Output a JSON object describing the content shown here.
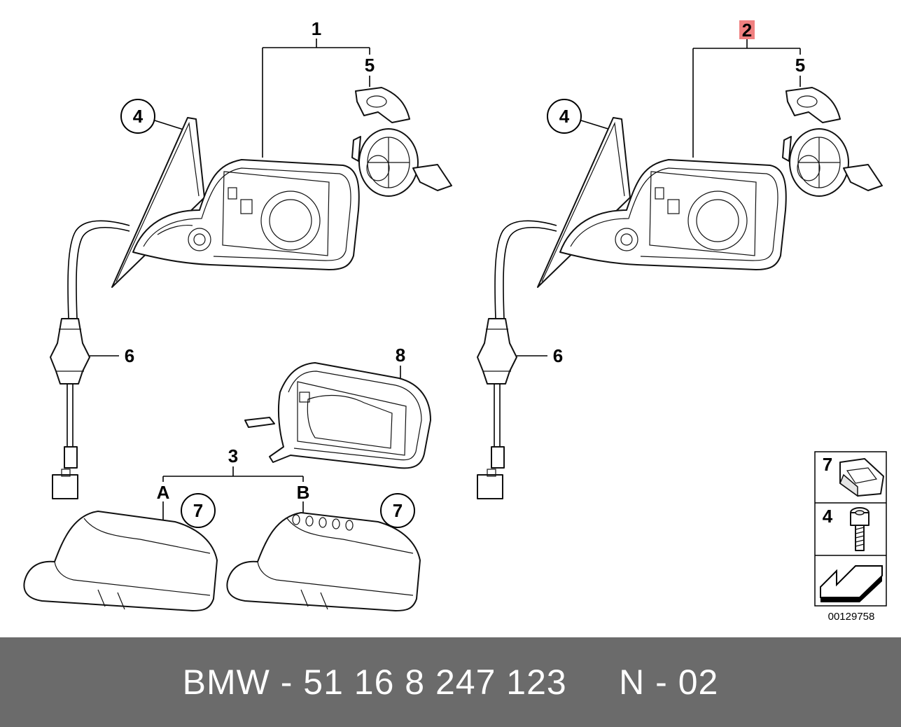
{
  "callouts": {
    "left": {
      "assembly": "1",
      "glass": "4",
      "actuator": "5",
      "cable": "6",
      "frame": "8",
      "cover_group": "3",
      "cover_a": "A",
      "cover_b": "B",
      "clip_a": "7",
      "clip_b": "7"
    },
    "right": {
      "assembly": "2",
      "glass": "4",
      "actuator": "5",
      "cable": "6"
    }
  },
  "legend": {
    "items": [
      {
        "number": "7",
        "name": "clip"
      },
      {
        "number": "4",
        "name": "screw"
      }
    ],
    "diagram_id": "00129758"
  },
  "footer": {
    "text": "BMW - 51 16 8 247 123     N - 02"
  },
  "colors": {
    "footer_bg": "#6b6b6b",
    "highlight": "#f08080"
  }
}
